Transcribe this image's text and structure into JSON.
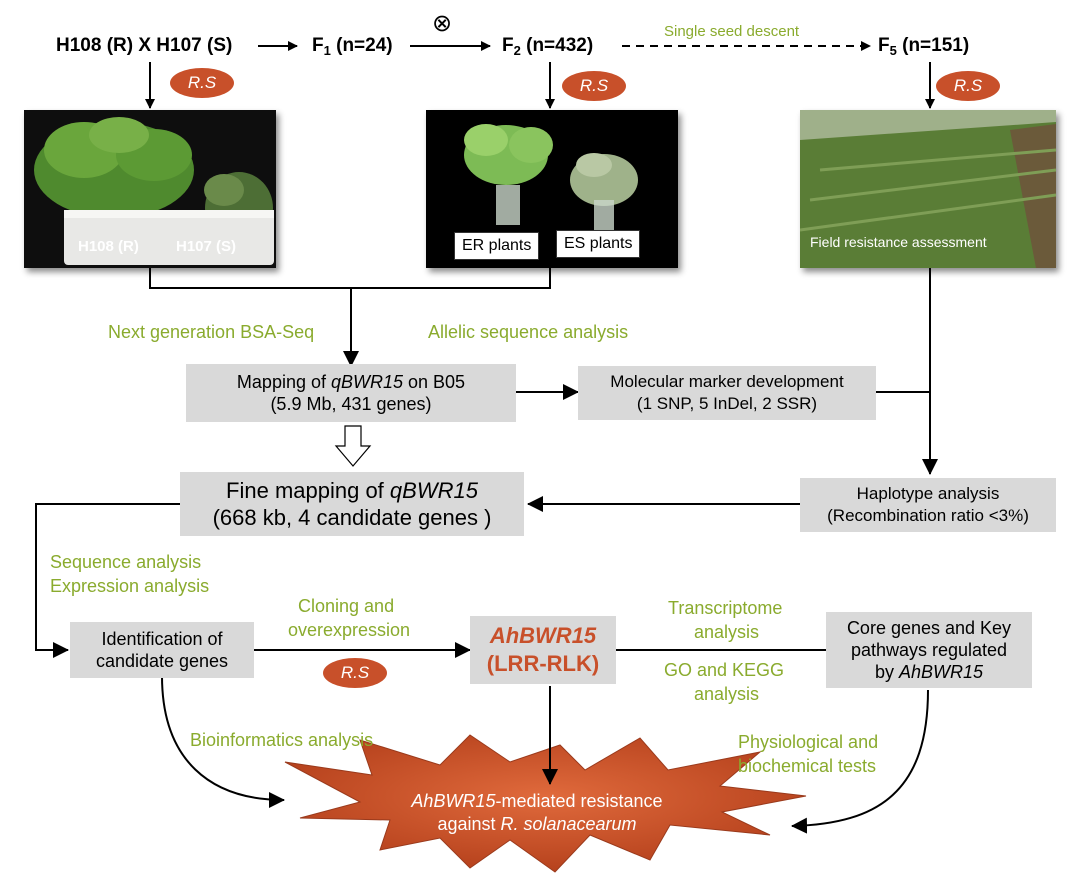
{
  "top": {
    "cross": "H108 (R) X H107 (S)",
    "f1_main": "F",
    "f1_sub": "1",
    "f1_n": " (n=24)",
    "f2_main": "F",
    "f2_sub": "2",
    "f2_n": " (n=432)",
    "f5_main": "F",
    "f5_sub": "5",
    "f5_n": " (n=151)",
    "selfing_symbol": "⊗",
    "ssd": "Single seed descent"
  },
  "rs_badge": "R.S",
  "photos": {
    "left_label_r": "H108 (R)",
    "left_label_s": "H107 (S)",
    "mid_label_er": "ER plants",
    "mid_label_es": "ES plants",
    "right_label": "Field resistance assessment"
  },
  "labels": {
    "bsa": "Next generation BSA-Seq",
    "allelic": "Allelic sequence analysis",
    "sequence": "Sequence analysis",
    "expression": "Expression analysis",
    "cloning1": "Cloning and",
    "cloning2": "overexpression",
    "transcriptome1": "Transcriptome",
    "transcriptome2": "analysis",
    "go1": "GO and KEGG",
    "go2": "analysis",
    "bioinfo": "Bioinformatics analysis",
    "physio1": "Physiological and",
    "physio2": "biochemical tests"
  },
  "boxes": {
    "mapping_pre": "Mapping of ",
    "mapping_gene": "qBWR15",
    "mapping_post": " on B05",
    "mapping_sub": "(5.9 Mb, 431 genes)",
    "marker1": "Molecular marker development",
    "marker2": "(1 SNP, 5 InDel, 2 SSR)",
    "fine_pre": "Fine mapping of ",
    "fine_gene": "qBWR15",
    "fine_sub": "(668 kb, 4 candidate genes )",
    "haplo1": "Haplotype analysis",
    "haplo2": "(Recombination ratio <3%)",
    "ident1": "Identification of",
    "ident2": "candidate genes",
    "gene_name": "AhBWR15",
    "gene_type": "(LRR-RLK)",
    "core1": "Core genes and Key",
    "core2": "pathways regulated",
    "core3_pre": "by ",
    "core3_gene": "AhBWR15"
  },
  "burst": {
    "gene": "AhBWR15",
    "line1_post": "-mediated resistance",
    "line2_pre": "against ",
    "line2_species": "R. solanacearum"
  },
  "colors": {
    "green": "#8aab2e",
    "red": "#c8502a",
    "box": "#d9d9d9"
  }
}
